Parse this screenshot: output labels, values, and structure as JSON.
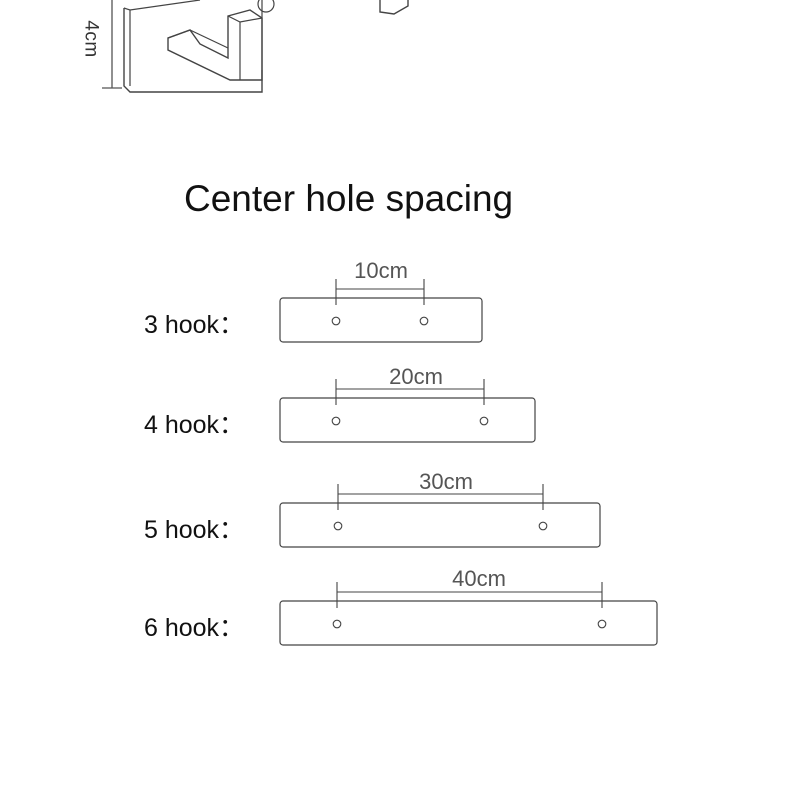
{
  "top_dimension": {
    "label": "4cm"
  },
  "section": {
    "title": "Center hole spacing"
  },
  "hooks": [
    {
      "label": "3 hook：",
      "spacing_label": "10cm"
    },
    {
      "label": "4 hook：",
      "spacing_label": "20cm"
    },
    {
      "label": "5 hook：",
      "spacing_label": "30cm"
    },
    {
      "label": "6 hook：",
      "spacing_label": "40cm"
    }
  ],
  "colors": {
    "line": "#444444",
    "text": "#111111",
    "dimension_text": "#555555"
  }
}
